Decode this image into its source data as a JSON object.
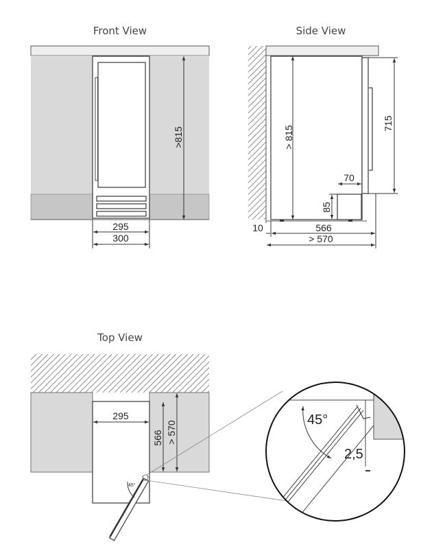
{
  "front_view": {
    "title": "Front View",
    "height_dim": ">815",
    "inner_width_dim": "295",
    "outer_width_dim": "300"
  },
  "side_view": {
    "title": "Side View",
    "height_dim": "> 815",
    "door_height_dim": "715",
    "vent_width_dim": "70",
    "vent_height_dim": "85",
    "wall_gap_dim": "10",
    "depth_dim": "566",
    "niche_depth_dim": "> 570"
  },
  "top_view": {
    "title": "Top View",
    "width_dim": "295",
    "depth_dim": "566",
    "niche_depth_dim": "> 570",
    "door_angle_small": "45°"
  },
  "detail": {
    "angle": "45°",
    "gap_dim": "2,5"
  },
  "colors": {
    "cabinet": "#d9d9d9",
    "plinth": "#c6c6c6",
    "counter": "#efefef",
    "line": "#333333"
  }
}
